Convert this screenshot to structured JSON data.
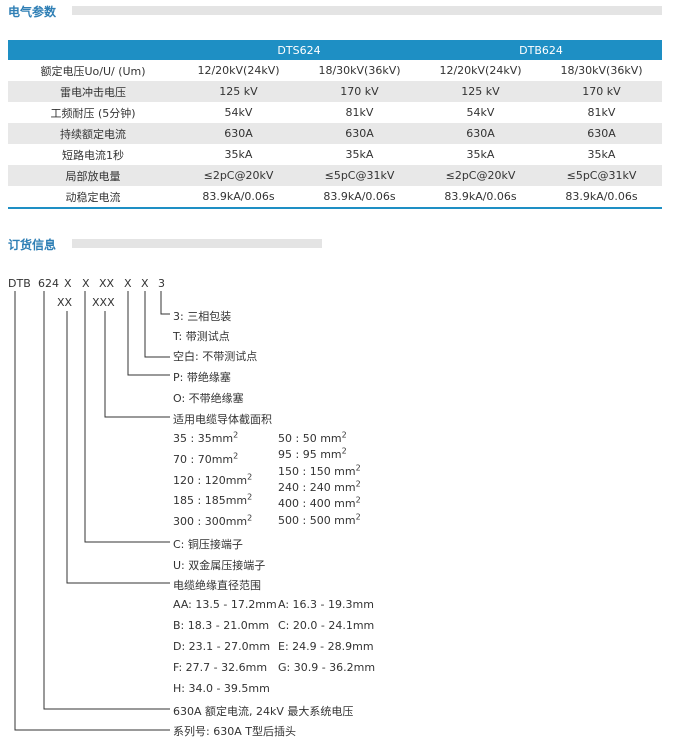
{
  "electrical": {
    "title": "电气参数",
    "header": [
      "",
      "DTS624",
      "",
      "DTB624",
      ""
    ],
    "rows": [
      [
        "额定电压Uo/U/ (Um)",
        "12/20kV(24kV)",
        "18/30kV(36kV)",
        "12/20kV(24kV)",
        "18/30kV(36kV)"
      ],
      [
        "雷电冲击电压",
        "125 kV",
        "170 kV",
        "125 kV",
        "170 kV"
      ],
      [
        "工频耐压 (5分钟)",
        "54kV",
        "81kV",
        "54kV",
        "81kV"
      ],
      [
        "持续额定电流",
        "630A",
        "630A",
        "630A",
        "630A"
      ],
      [
        "短路电流1秒",
        "35kA",
        "35kA",
        "35kA",
        "35kA"
      ],
      [
        "局部放电量",
        "≤2pC@20kV",
        "≤5pC@31kV",
        "≤2pC@20kV",
        "≤5pC@31kV"
      ],
      [
        "动稳定电流",
        "83.9kA/0.06s",
        "83.9kA/0.06s",
        "83.9kA/0.06s",
        "83.9kA/0.06s"
      ]
    ]
  },
  "ordering": {
    "title": "订货信息",
    "code_row": [
      "DTB",
      "624",
      "X",
      "X",
      "XX",
      "X",
      "X",
      "3"
    ],
    "sub_codes": [
      "XX",
      "XXX"
    ],
    "labels": {
      "l3": "3: 三相包装",
      "lT": "T: 带测试点",
      "lBlank": "空白: 不带测试点",
      "lP": "P: 带绝缘塞",
      "lO": "O: 不带绝缘塞",
      "lSec": "适用电缆导体截面积",
      "s35": "35 : 35mm",
      "s70": "70 : 70mm",
      "s120": "120 : 120mm",
      "s185": "185 : 185mm",
      "s300": "300 : 300mm",
      "s50": "50 : 50 mm",
      "s95": "95 : 95 mm",
      "s150": "150 : 150 mm",
      "s240": "240 : 240 mm",
      "s400": "400 : 400 mm",
      "s500": "500 : 500 mm",
      "sq": "2",
      "lC": "C: 铜压接端子",
      "lU": "U: 双金属压接端子",
      "lIns": "电缆绝缘直径范围",
      "dAA": "AA: 13.5 - 17.2mm",
      "dA": "A: 16.3 - 19.3mm",
      "dB": "B: 18.3 - 21.0mm",
      "dC": "C: 20.0 - 24.1mm",
      "dD": "D: 23.1 - 27.0mm",
      "dE": "E: 24.9 - 28.9mm",
      "dF": "F: 27.7 - 32.6mm",
      "dG": "G: 30.9 - 36.2mm",
      "dH": "H: 34.0 - 39.5mm",
      "l630": "630A 额定电流, 24kV 最大系统电压",
      "lSeries": "系列号: 630A T型后插头"
    }
  }
}
